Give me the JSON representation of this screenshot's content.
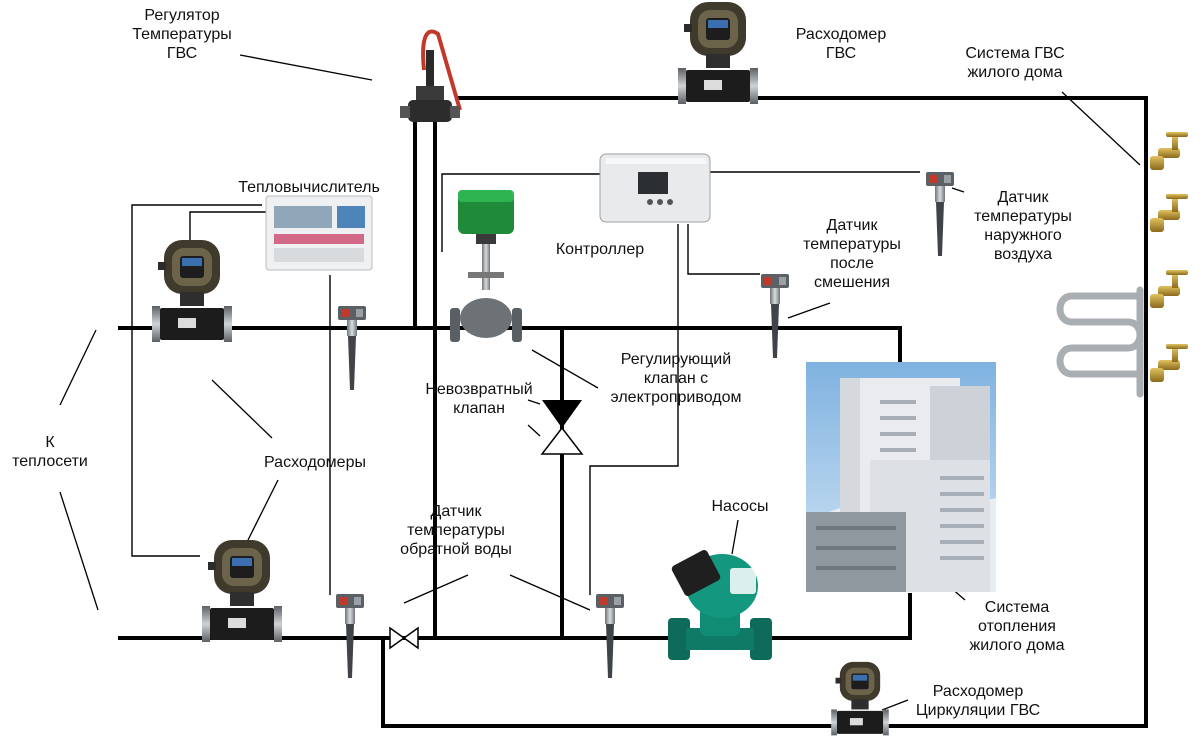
{
  "labels": {
    "dhw_regulator": "Регулятор\nТемпературы\nГВС",
    "dhw_flowmeter": "Расходомер\nГВС",
    "dhw_system": "Система ГВС\nжилого дома",
    "heat_calculator": "Тепловычислитель",
    "controller": "Контроллер",
    "outdoor_sensor": "Датчик\nтемпературы\nнаружного\nвоздуха",
    "mix_sensor": "Датчик\nтемпературы\nпосле\nсмешения",
    "check_valve": "Невозвратный\nклапан",
    "control_valve": "Регулирующий\nклапан с\nэлектроприводом",
    "to_network": "К\nтеплосети",
    "flowmeters": "Расходомеры",
    "return_sensor": "Датчик\nтемпературы\nобратной воды",
    "pumps": "Насосы",
    "heating_system": "Система\nотопления\nжилого дома",
    "circ_flowmeter": "Расходомер\nЦиркуляции ГВС"
  },
  "colors": {
    "pipe": "#000000",
    "valve_actuator": "#1f8a3a",
    "pump": "#0f7a66",
    "regulator_capillary": "#c0392b",
    "faucet": "#b8902a",
    "building_sky": "#9ec3e6"
  }
}
